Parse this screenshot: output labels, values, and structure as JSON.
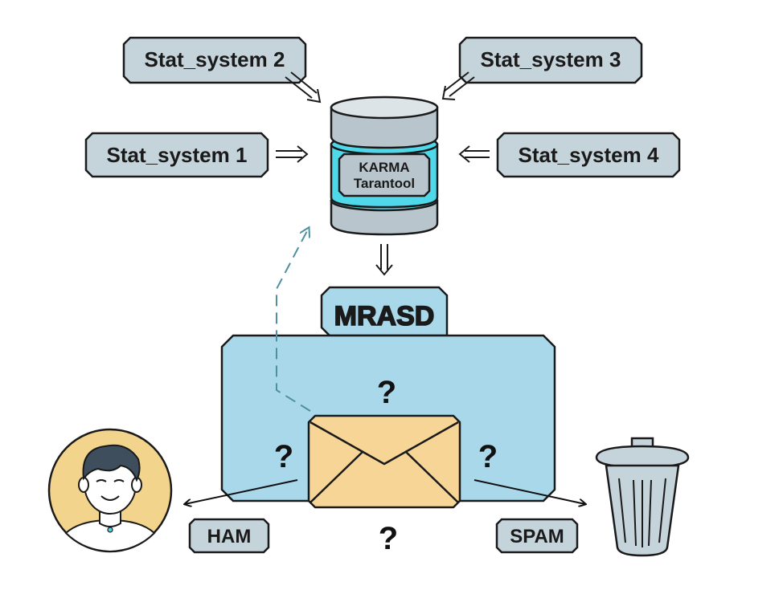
{
  "sources": {
    "s1": "Stat_system 1",
    "s2": "Stat_system 2",
    "s3": "Stat_system 3",
    "s4": "Stat_system 4"
  },
  "database": {
    "line1": "KARMA",
    "line2": "Tarantool"
  },
  "classifier": {
    "label": "MRASD"
  },
  "marks": {
    "q_top": "?",
    "q_left": "?",
    "q_right": "?",
    "q_bottom": "?"
  },
  "outputs": {
    "ham": "HAM",
    "spam": "SPAM"
  },
  "colors": {
    "tag_fill": "#c5d3db",
    "db_gray": "#b9c5cc",
    "db_cyan": "#4fd7ea",
    "folder_fill": "#a9d8ea",
    "envelope_fill": "#f6d597",
    "avatar_bg": "#f3d48c",
    "dashed_arrow": "#4e8fa0"
  },
  "icons": {
    "user": "user-avatar-icon",
    "trash": "trash-can-icon",
    "envelope": "envelope-icon",
    "database": "database-icon"
  }
}
